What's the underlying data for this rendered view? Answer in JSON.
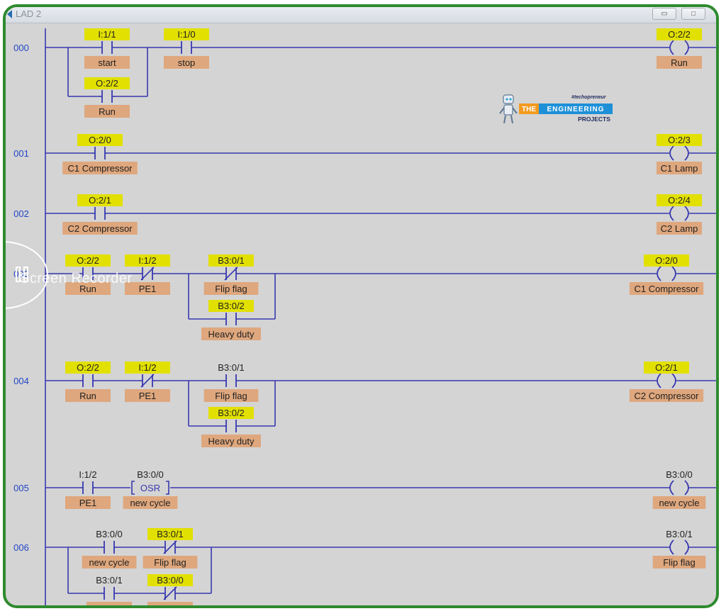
{
  "window": {
    "title": "LAD 2"
  },
  "rungs": [
    {
      "number": "000",
      "contacts": [
        {
          "addr": "I:1/1",
          "label": "start",
          "type": "XIC",
          "hl": true,
          "tag": true
        },
        {
          "addr": "O:2/2",
          "label": "Run",
          "type": "XIC",
          "hl": true,
          "tag": true
        },
        {
          "addr": "I:1/0",
          "label": "stop",
          "type": "XIC",
          "hl": true,
          "tag": true
        }
      ],
      "coil": {
        "addr": "O:2/2",
        "label": "Run",
        "hl": true,
        "tag": true
      }
    },
    {
      "number": "001",
      "contacts": [
        {
          "addr": "O:2/0",
          "label": "C1 Compressor",
          "type": "XIC",
          "hl": true,
          "tag": true
        }
      ],
      "coil": {
        "addr": "O:2/3",
        "label": "C1 Lamp",
        "hl": true,
        "tag": true
      }
    },
    {
      "number": "002",
      "contacts": [
        {
          "addr": "O:2/1",
          "label": "C2 Compressor",
          "type": "XIC",
          "hl": true,
          "tag": true
        }
      ],
      "coil": {
        "addr": "O:2/4",
        "label": "C2 Lamp",
        "hl": true,
        "tag": true
      }
    },
    {
      "number": "003",
      "contacts": [
        {
          "addr": "O:2/2",
          "label": "Run",
          "type": "XIC",
          "hl": true,
          "tag": true
        },
        {
          "addr": "I:1/2",
          "label": "PE1",
          "type": "XIO",
          "hl": true,
          "tag": true
        },
        {
          "addr": "B3:0/1",
          "label": "Flip flag",
          "type": "XIO",
          "hl": true,
          "tag": true
        },
        {
          "addr": "B3:0/2",
          "label": "Heavy duty",
          "type": "XIC",
          "hl": true,
          "tag": true
        }
      ],
      "coil": {
        "addr": "O:2/0",
        "label": "C1 Compressor",
        "hl": true,
        "tag": true
      }
    },
    {
      "number": "004",
      "contacts": [
        {
          "addr": "O:2/2",
          "label": "Run",
          "type": "XIC",
          "hl": true,
          "tag": true
        },
        {
          "addr": "I:1/2",
          "label": "PE1",
          "type": "XIO",
          "hl": true,
          "tag": true
        },
        {
          "addr": "B3:0/1",
          "label": "Flip flag",
          "type": "XIC",
          "hl": false,
          "tag": true
        },
        {
          "addr": "B3:0/2",
          "label": "Heavy duty",
          "type": "XIC",
          "hl": true,
          "tag": true
        }
      ],
      "coil": {
        "addr": "O:2/1",
        "label": "C2 Compressor",
        "hl": true,
        "tag": true
      }
    },
    {
      "number": "005",
      "contacts": [
        {
          "addr": "I:1/2",
          "label": "PE1",
          "type": "XIC",
          "hl": false,
          "tag": true
        },
        {
          "addr": "B3:0/0",
          "label": "new cycle",
          "type": "OSR",
          "osr_text": "OSR",
          "hl": false,
          "tag": true
        }
      ],
      "coil": {
        "addr": "B3:0/0",
        "label": "new cycle",
        "hl": false,
        "tag": true
      }
    },
    {
      "number": "006",
      "contacts": [
        {
          "addr": "B3:0/0",
          "label": "new cycle",
          "type": "XIC",
          "hl": false,
          "tag": true
        },
        {
          "addr": "B3:0/1",
          "label": "Flip flag",
          "type": "XIO",
          "hl": true,
          "tag": true
        },
        {
          "addr": "B3:0/1",
          "label": "",
          "type": "XIC",
          "hl": false,
          "tag": true
        },
        {
          "addr": "B3:0/0",
          "label": "",
          "type": "XIO",
          "hl": true,
          "tag": true
        }
      ],
      "coil": {
        "addr": "B3:0/1",
        "label": "Flip flag",
        "hl": false,
        "tag": true
      }
    }
  ],
  "watermark": {
    "logo_tag": "#techopreneur",
    "logo_line1_a": "THE",
    "logo_line1_b": "ENGINEERING",
    "logo_line2": "PROJECTS",
    "recorder_text": "Screen Recorder"
  },
  "colors": {
    "highlight": "#e2e000",
    "tag": "#dfa77d",
    "wire": "#3838b0",
    "rungnum": "#2246c8",
    "frame": "#2e8b2e"
  }
}
